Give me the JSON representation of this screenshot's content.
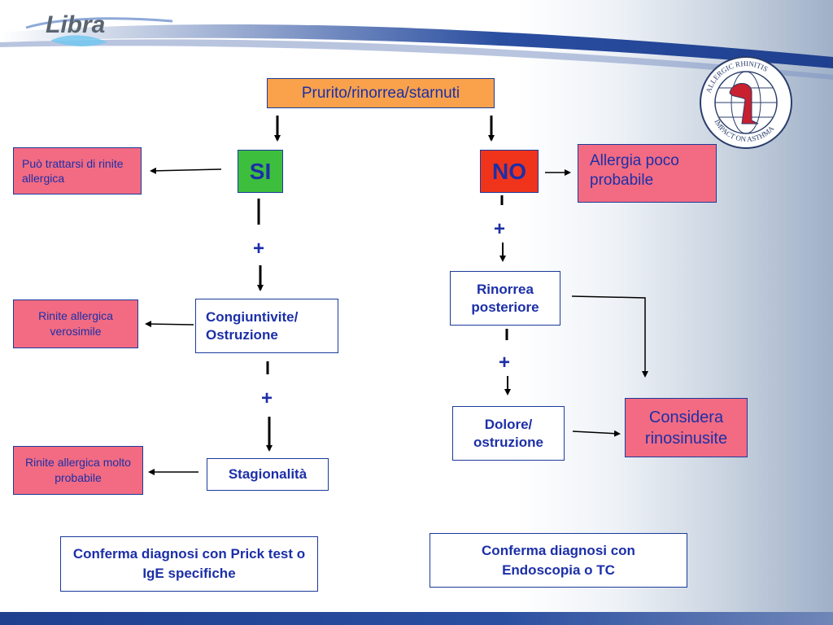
{
  "start": "Prurito/rinorrea/starnuti",
  "yes_label": "SI",
  "no_label": "NO",
  "plus": "+",
  "left": {
    "outcome1": "Può trattarsi di rinite allergica",
    "step2": "Congiuntivite/ Ostruzione",
    "outcome2": "Rinite allergica verosimile",
    "step3": "Stagionalità",
    "outcome3": "Rinite allergica molto probabile",
    "confirm": "Conferma diagnosi con Prick test o IgE specifiche"
  },
  "right": {
    "outcome1": "Allergia poco probabile",
    "step2": "Rinorrea posteriore",
    "step3": "Dolore/ ostruzione",
    "outcome3": "Considera rinosinusite",
    "confirm": "Conferma diagnosi con Endoscopia o TC"
  },
  "logo": {
    "text": "Libra"
  },
  "seal": {
    "text_top": "ALLERGIC RHINITIS",
    "text_bottom": "IMPACT ON ASTHMA"
  },
  "colors": {
    "text_blue": "#1c2fa8",
    "orange": "#f9a24b",
    "green": "#3dbf3d",
    "red": "#f0341c",
    "pink": "#f26b82",
    "bar_blue": "#1f3f8f"
  }
}
